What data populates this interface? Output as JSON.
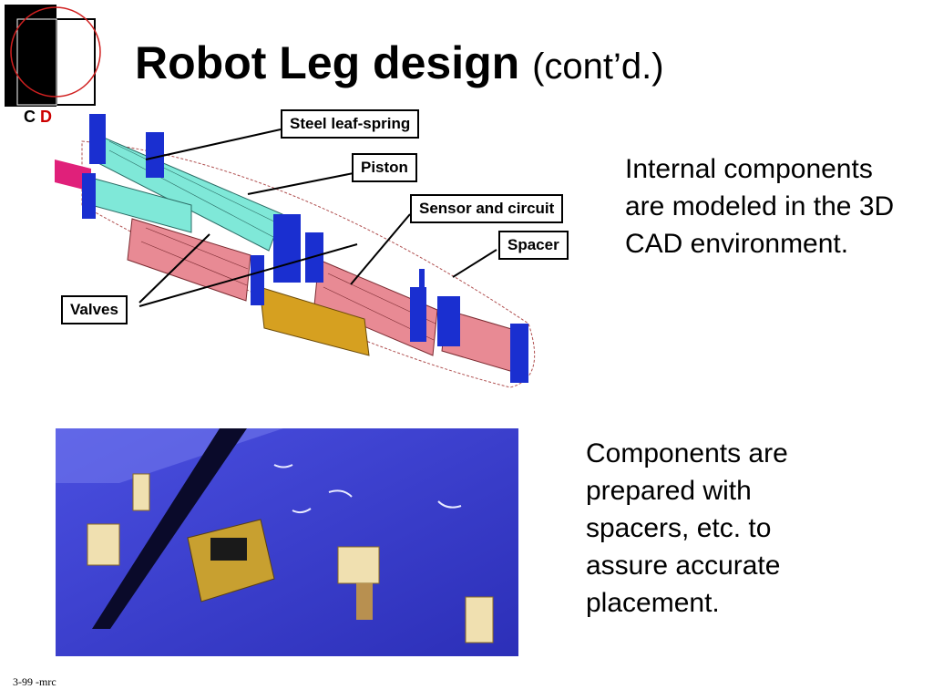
{
  "logo": {
    "letter_c": "C",
    "letter_d": "D"
  },
  "title": {
    "main": "Robot Leg design",
    "sub": "(cont’d.)"
  },
  "callouts": {
    "steel_leaf_spring": "Steel leaf-spring",
    "piston": "Piston",
    "sensor_and_circuit": "Sensor and circuit",
    "spacer": "Spacer",
    "valves": "Valves"
  },
  "text_blocks": {
    "internal_components": "Internal components are modeled in the 3D CAD environment.",
    "components_prepared": "Components are prepared with spacers, etc. to assure accurate placement."
  },
  "footer": {
    "label": "3-99  -mrc"
  },
  "colors": {
    "spring_cyan": "#7fe8d8",
    "piston_pink": "#e88a94",
    "mount_blue": "#1a2fd0",
    "sensor_gold": "#d6a020",
    "photo_blue": "#3b3ecf",
    "accent_red": "#cc0000"
  }
}
